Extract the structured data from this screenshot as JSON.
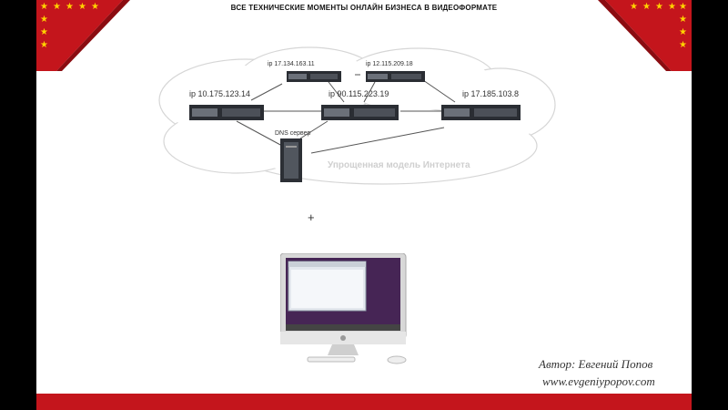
{
  "header": {
    "title": "ВСЕ ТЕХНИЧЕСКИЕ МОМЕНТЫ ОНЛАЙН БИЗНЕСА В ВИДЕОФОРМАТЕ"
  },
  "network": {
    "server_top_left_ip": "ip 17.134.163.11",
    "server_top_right_ip": "ip 12.115.209.18",
    "server_left_ip": "ip 10.175.123.14",
    "server_center_ip": "ip 90.115.223.19",
    "server_right_ip": "ip 17.185.103.8",
    "dns_label": "DNS сервер",
    "caption": "Упрощенная модель Интернета"
  },
  "cursor_symbol": "+",
  "author": {
    "line1": "Автор:  Евгений  Попов",
    "line2": "www.evgeniypopov.com"
  },
  "colors": {
    "frame_red": "#c4151c",
    "star_yellow": "#ffd200"
  }
}
